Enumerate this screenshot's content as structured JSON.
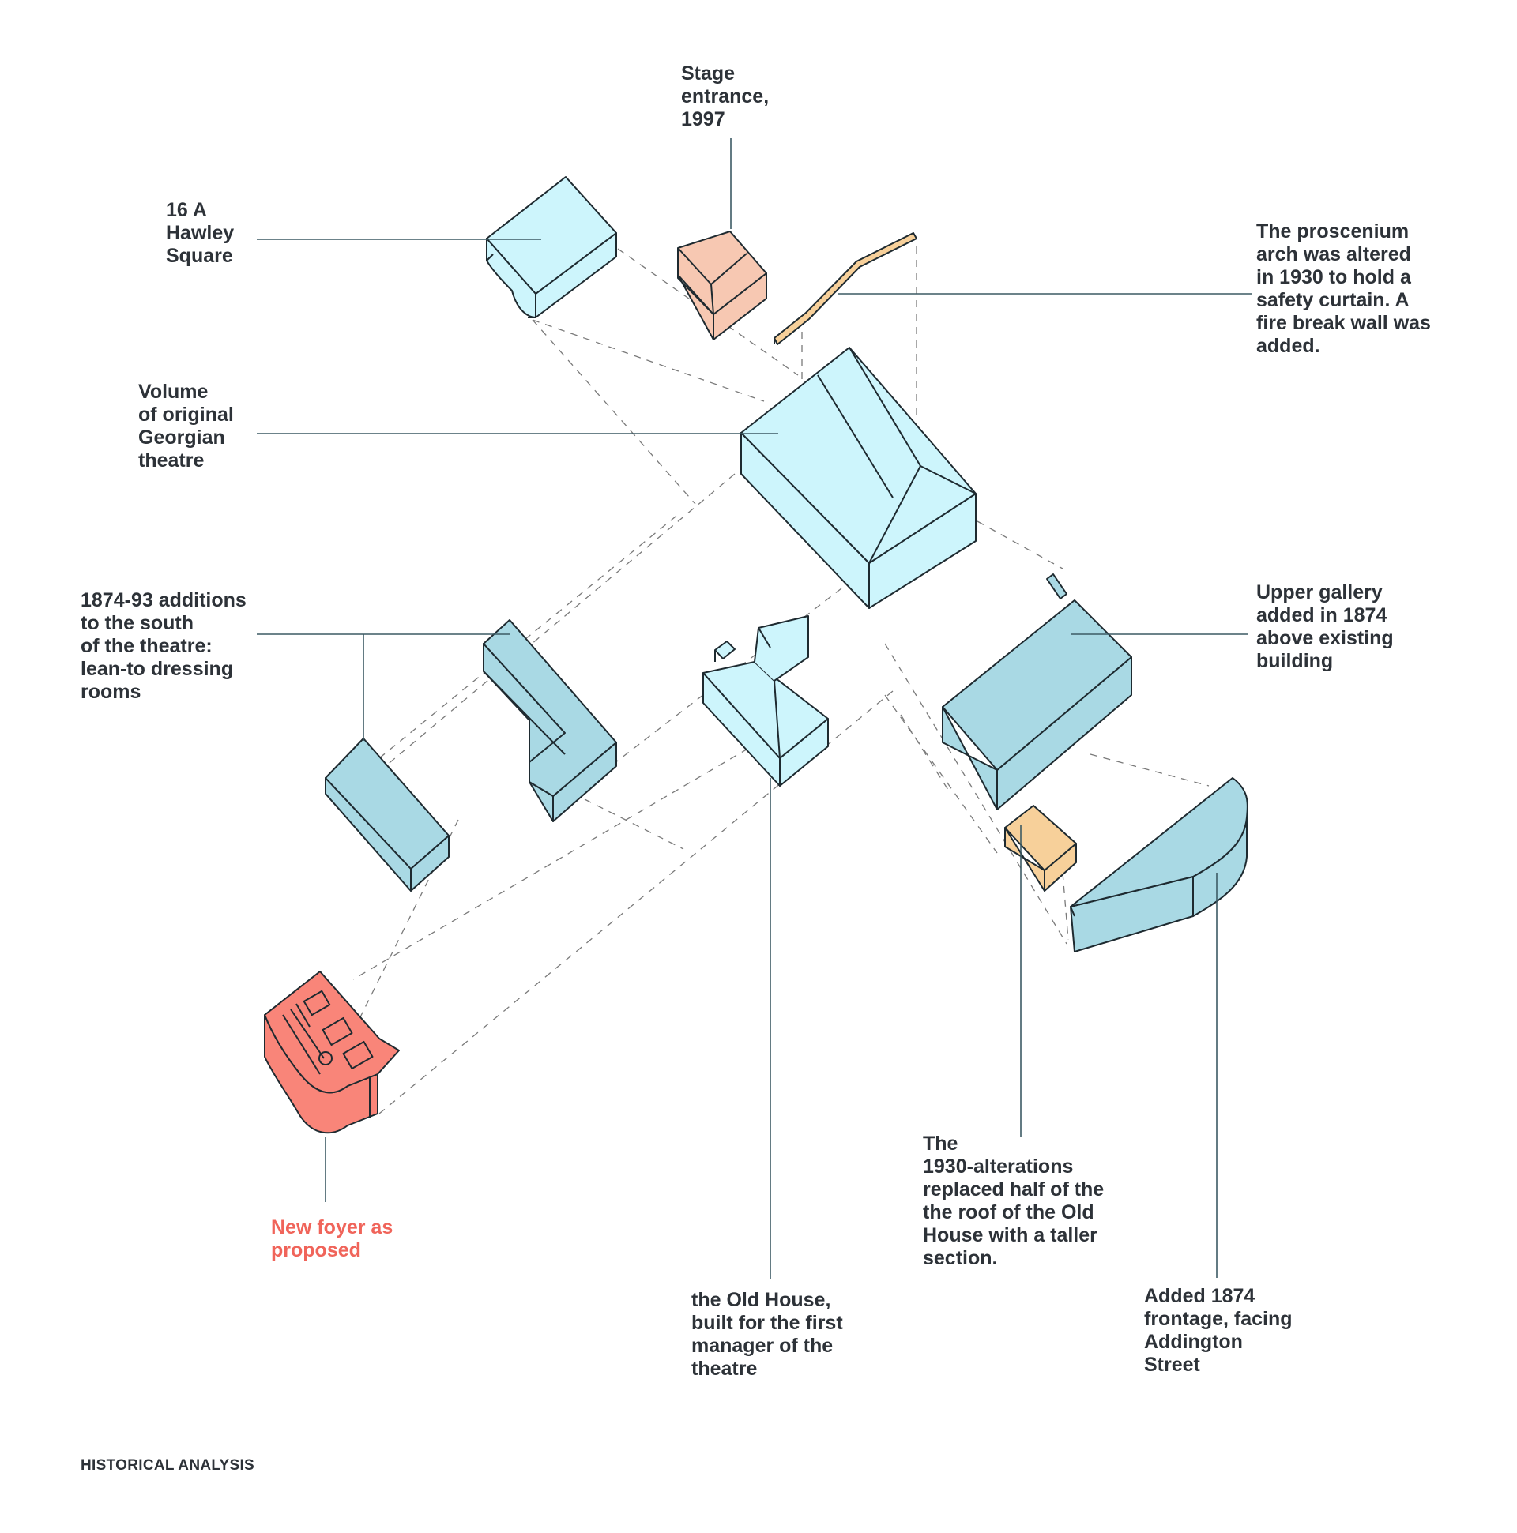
{
  "labels": {
    "stage_entrance": "Stage\nentrance,\n1997",
    "hawley_square": "16 A\nHawley\nSquare",
    "proscenium": "The proscenium\narch was altered\nin 1930 to hold a\nsafety curtain. A\nfire break wall was\nadded.",
    "georgian_theatre": "Volume\nof original\nGeorgian\ntheatre",
    "additions_1874_93": "1874-93 additions\nto the south\nof the theatre:\nlean-to dressing\nrooms",
    "upper_gallery": "Upper gallery\nadded in 1874\nabove existing\nbuilding",
    "new_foyer": "New foyer as\nproposed",
    "old_house": "the Old House,\nbuilt for the first\nmanager of the\ntheatre",
    "alterations_1930": "The\n1930-alterations\nreplaced half of the\nthe roof of the Old\nHouse with a taller\nsection.",
    "frontage_1874": "Added 1874\nfrontage, facing\nAddington\nStreet"
  },
  "footer": "HISTORICAL ANALYSIS",
  "colors": {
    "existing_light": "#cdf5fc",
    "addition_blue": "#a9d9e4",
    "stage_entrance": "#f7c8b2",
    "alteration_1930": "#f7d09a",
    "new_foyer": "#f98579",
    "outline": "#1e2a30",
    "leader": "#3c5a64",
    "accent_text": "#f0645a"
  }
}
